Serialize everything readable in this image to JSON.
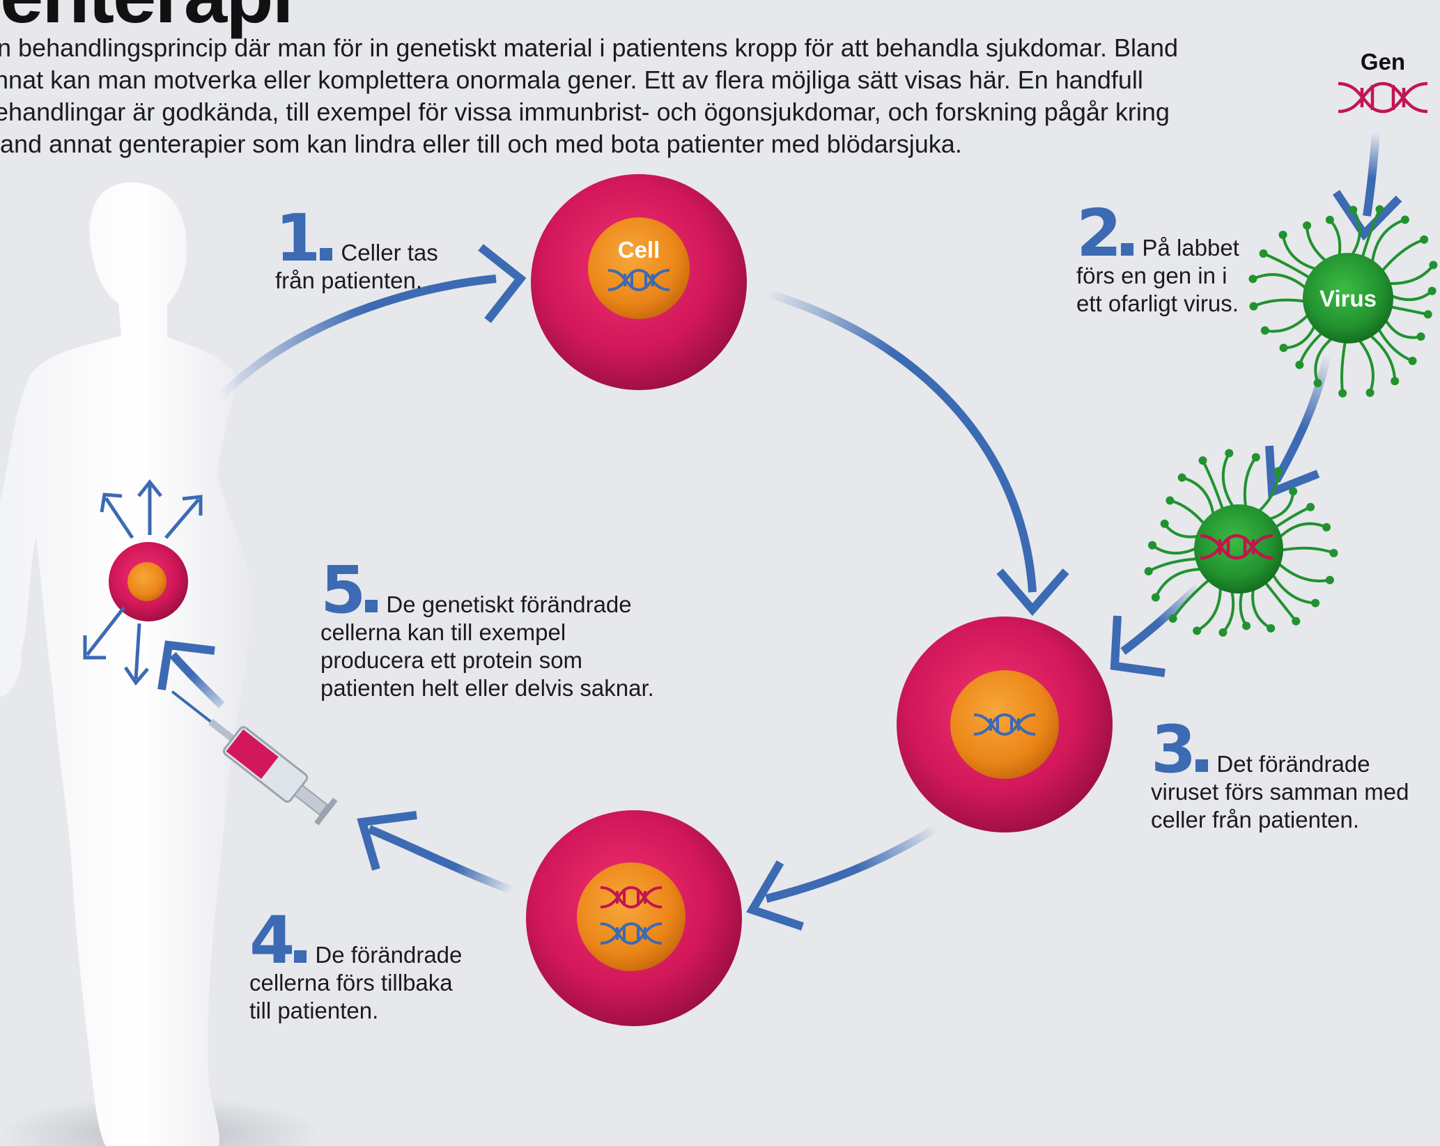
{
  "title": "enterapi",
  "intro_lines": [
    "En behandlingsprincip där man för in genetiskt material i patientens kropp för att behandla sjukdomar. Bland",
    "annat kan man motverka eller komplettera onormala gener. Ett av flera möjliga sätt visas här. En handfull",
    "behandlingar är godkända, till exempel för vissa immunbrist- och ögonsjukdomar, och forskning pågår kring",
    "bland annat genterapier som kan lindra eller till och med bota patienter med blödarsjuka."
  ],
  "labels": {
    "gen": "Gen",
    "cell": "Cell",
    "virus": "Virus"
  },
  "steps": [
    {
      "number": "1",
      "lines": [
        "Celler tas",
        "från patienten."
      ]
    },
    {
      "number": "2",
      "lines": [
        "På labbet",
        "förs en gen in i",
        "ett ofarligt virus."
      ]
    },
    {
      "number": "3",
      "lines": [
        "Det förändrade",
        "viruset förs samman med",
        "celler från patienten."
      ]
    },
    {
      "number": "4",
      "lines": [
        "De förändrade",
        "cellerna förs tillbaka",
        "till patienten."
      ]
    },
    {
      "number": "5",
      "lines": [
        "De genetiskt förändrade",
        "cellerna kan till exempel",
        "producera ett protein som",
        "patienten helt eller delvis saknar."
      ]
    }
  ],
  "colors": {
    "background": "#e6e8ec",
    "arrow_blue": "#3c6ab3",
    "cell_red": "#d2185a",
    "nucleus_orange": "#ee8a1c",
    "virus_green": "#22922f",
    "dna_pink": "#c2154f",
    "dna_blue": "#3c6ab3"
  }
}
